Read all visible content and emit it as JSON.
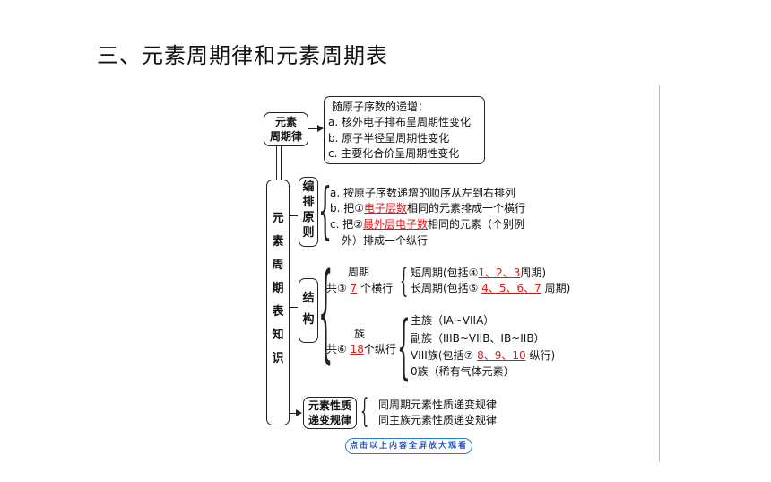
{
  "title": "三、元素周期律和元素周期表",
  "law": {
    "label": "元素\n周期律",
    "header": "随原子序数的递增：",
    "items": [
      "a. 核外电子排布呈周期性变化",
      "b. 原子半径呈周期性变化",
      "c. 主要化合价呈周期性变化"
    ]
  },
  "knowledge_label": [
    "元",
    "素",
    "周",
    "期",
    "表",
    "知",
    "识"
  ],
  "principle": {
    "label": [
      "编",
      "排",
      "原",
      "则"
    ],
    "a": "a. 按原子序数递增的顺序从左到右排列",
    "b_pre": "b. 把①",
    "b_fill": "电子层数",
    "b_post": "相同的元素排成一个横行",
    "c_pre": "c. 把②",
    "c_fill": "最外层电子数",
    "c_post": "相同的元素（个别例",
    "c_cont": "外）排成一个纵行"
  },
  "structure": {
    "label": [
      "结",
      "构"
    ],
    "period_head": "周期",
    "period_pre": "共③",
    "period_fill": "7",
    "period_post": "个横行",
    "short_pre": "短周期(包括④",
    "short_fill": "1、2、3",
    "short_post": "周期)",
    "long_pre": "长周期(包括⑤",
    "long_fill": "4、5、6、7",
    "long_post": "周期)",
    "group_head": "族",
    "group_pre": "共⑥",
    "group_fill": "18",
    "group_post": "个纵行",
    "main": "主族（IA~VIIA）",
    "sub": "副族（IIIB~VIIB、IB~IIB）",
    "viii_pre": "VIII族(包括⑦",
    "viii_fill": "8、9、10",
    "viii_post": "纵行)",
    "zero": "0族（稀有气体元素）"
  },
  "property": {
    "label": "元素性质\n递变规律",
    "items": [
      "同周期元素性质递变规律",
      "同主族元素性质递变规律"
    ]
  },
  "zoom_button": "点击以上内容全屏放大观看"
}
